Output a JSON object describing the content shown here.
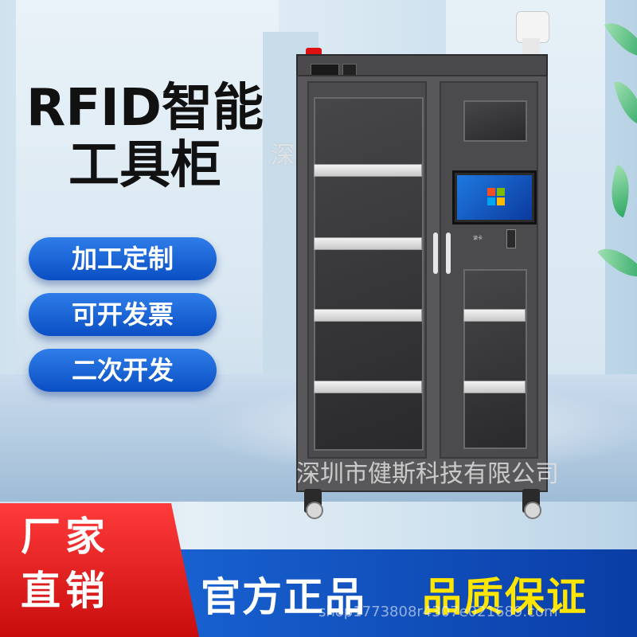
{
  "title": {
    "line1": "RFID智能",
    "line2": "工具柜"
  },
  "watermark": {
    "company": "深圳市健斯科技有限公司",
    "shop": "shop1773808r4307e021689.com"
  },
  "badges": [
    {
      "label": "加工定制"
    },
    {
      "label": "可开发票"
    },
    {
      "label": "二次开发"
    }
  ],
  "bottom_banner": {
    "vendor_line1": "厂家",
    "vendor_line2": "直销",
    "official": "官方正品",
    "quality": "品质保证"
  },
  "cabinet": {
    "card_label": "读卡"
  },
  "colors": {
    "blue": "#0a4fc4",
    "red": "#e01c1c",
    "yellow": "#ffe600",
    "cabinet": "#58585a"
  },
  "icons": [
    "windows-logo-icon",
    "alarm-light-icon",
    "camera-icon"
  ]
}
